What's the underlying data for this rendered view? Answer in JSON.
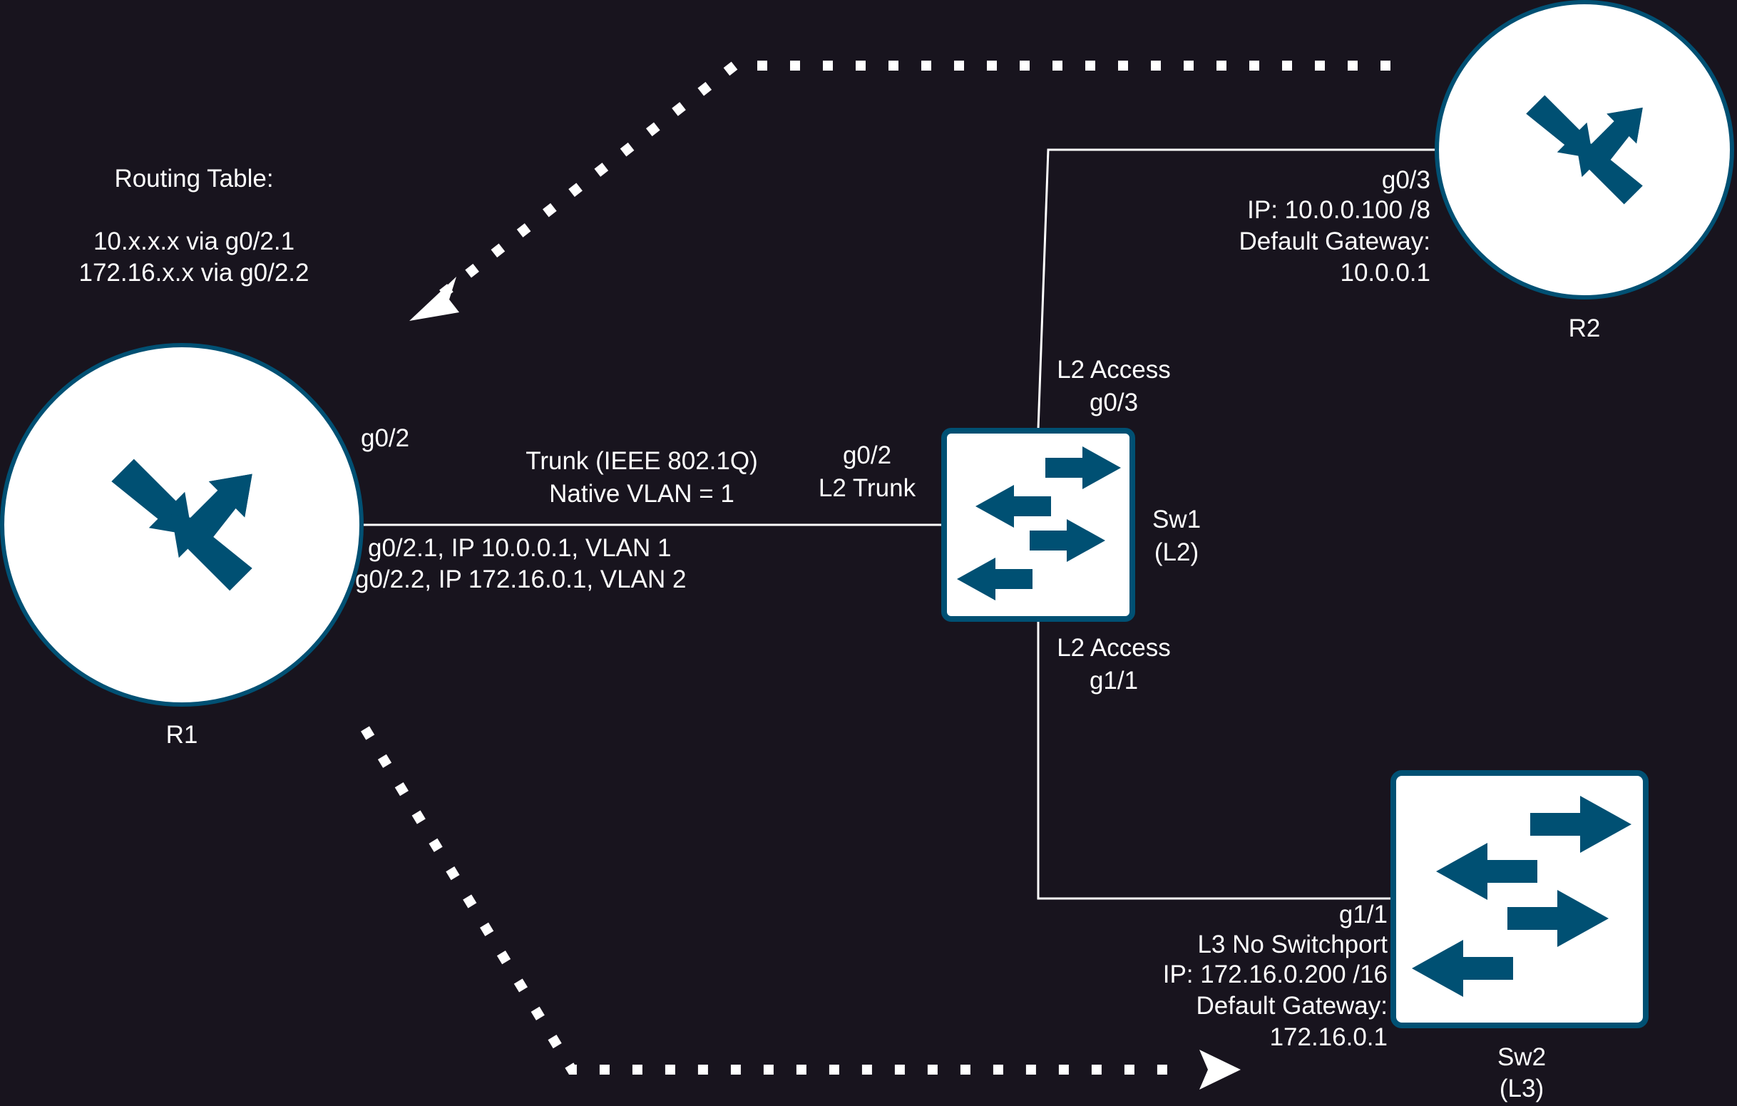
{
  "colors": {
    "background": "#18141e",
    "device_fill": "#ffffff",
    "device_accent": "#005073",
    "link": "#ffffff",
    "text": "#ffffff"
  },
  "devices": {
    "r1": {
      "label": "R1",
      "icon": "router-icon"
    },
    "r2": {
      "label": "R2",
      "icon": "router-icon"
    },
    "sw1": {
      "label_line1": "Sw1",
      "label_line2": "(L2)",
      "icon": "switch-icon"
    },
    "sw2": {
      "label_line1": "Sw2",
      "label_line2": "(L3)",
      "icon": "switch-icon"
    }
  },
  "routing_table": {
    "title": "Routing Table:",
    "entries": [
      "10.x.x.x via g0/2.1",
      "172.16.x.x via g0/2.2"
    ]
  },
  "r1_port": {
    "name": "g0/2",
    "subinterfaces": [
      "g0/2.1, IP 10.0.0.1, VLAN 1",
      "g0/2.2, IP 172.16.0.1, VLAN 2"
    ]
  },
  "trunk": {
    "line1": "Trunk (IEEE 802.1Q)",
    "line2": "Native VLAN = 1"
  },
  "sw1_trunk_port": {
    "line1": "g0/2",
    "line2": "L2 Trunk"
  },
  "sw1_upper_port": {
    "line1": "L2 Access",
    "line2": "g0/3"
  },
  "sw1_lower_port": {
    "line1": "L2 Access",
    "line2": "g1/1"
  },
  "r2_port": {
    "lines": [
      "g0/3",
      "IP: 10.0.0.100 /8",
      "Default Gateway:",
      "10.0.0.1"
    ]
  },
  "sw2_port": {
    "lines": [
      "g1/1",
      "L3 No Switchport",
      "IP: 172.16.0.200 /16",
      "Default Gateway:",
      "172.16.0.1"
    ]
  },
  "flows": [
    {
      "name": "flow-from-r2-to-r1",
      "icon": "dotted-arrow-icon"
    },
    {
      "name": "flow-from-r1-to-sw2",
      "icon": "dotted-arrow-icon"
    }
  ]
}
